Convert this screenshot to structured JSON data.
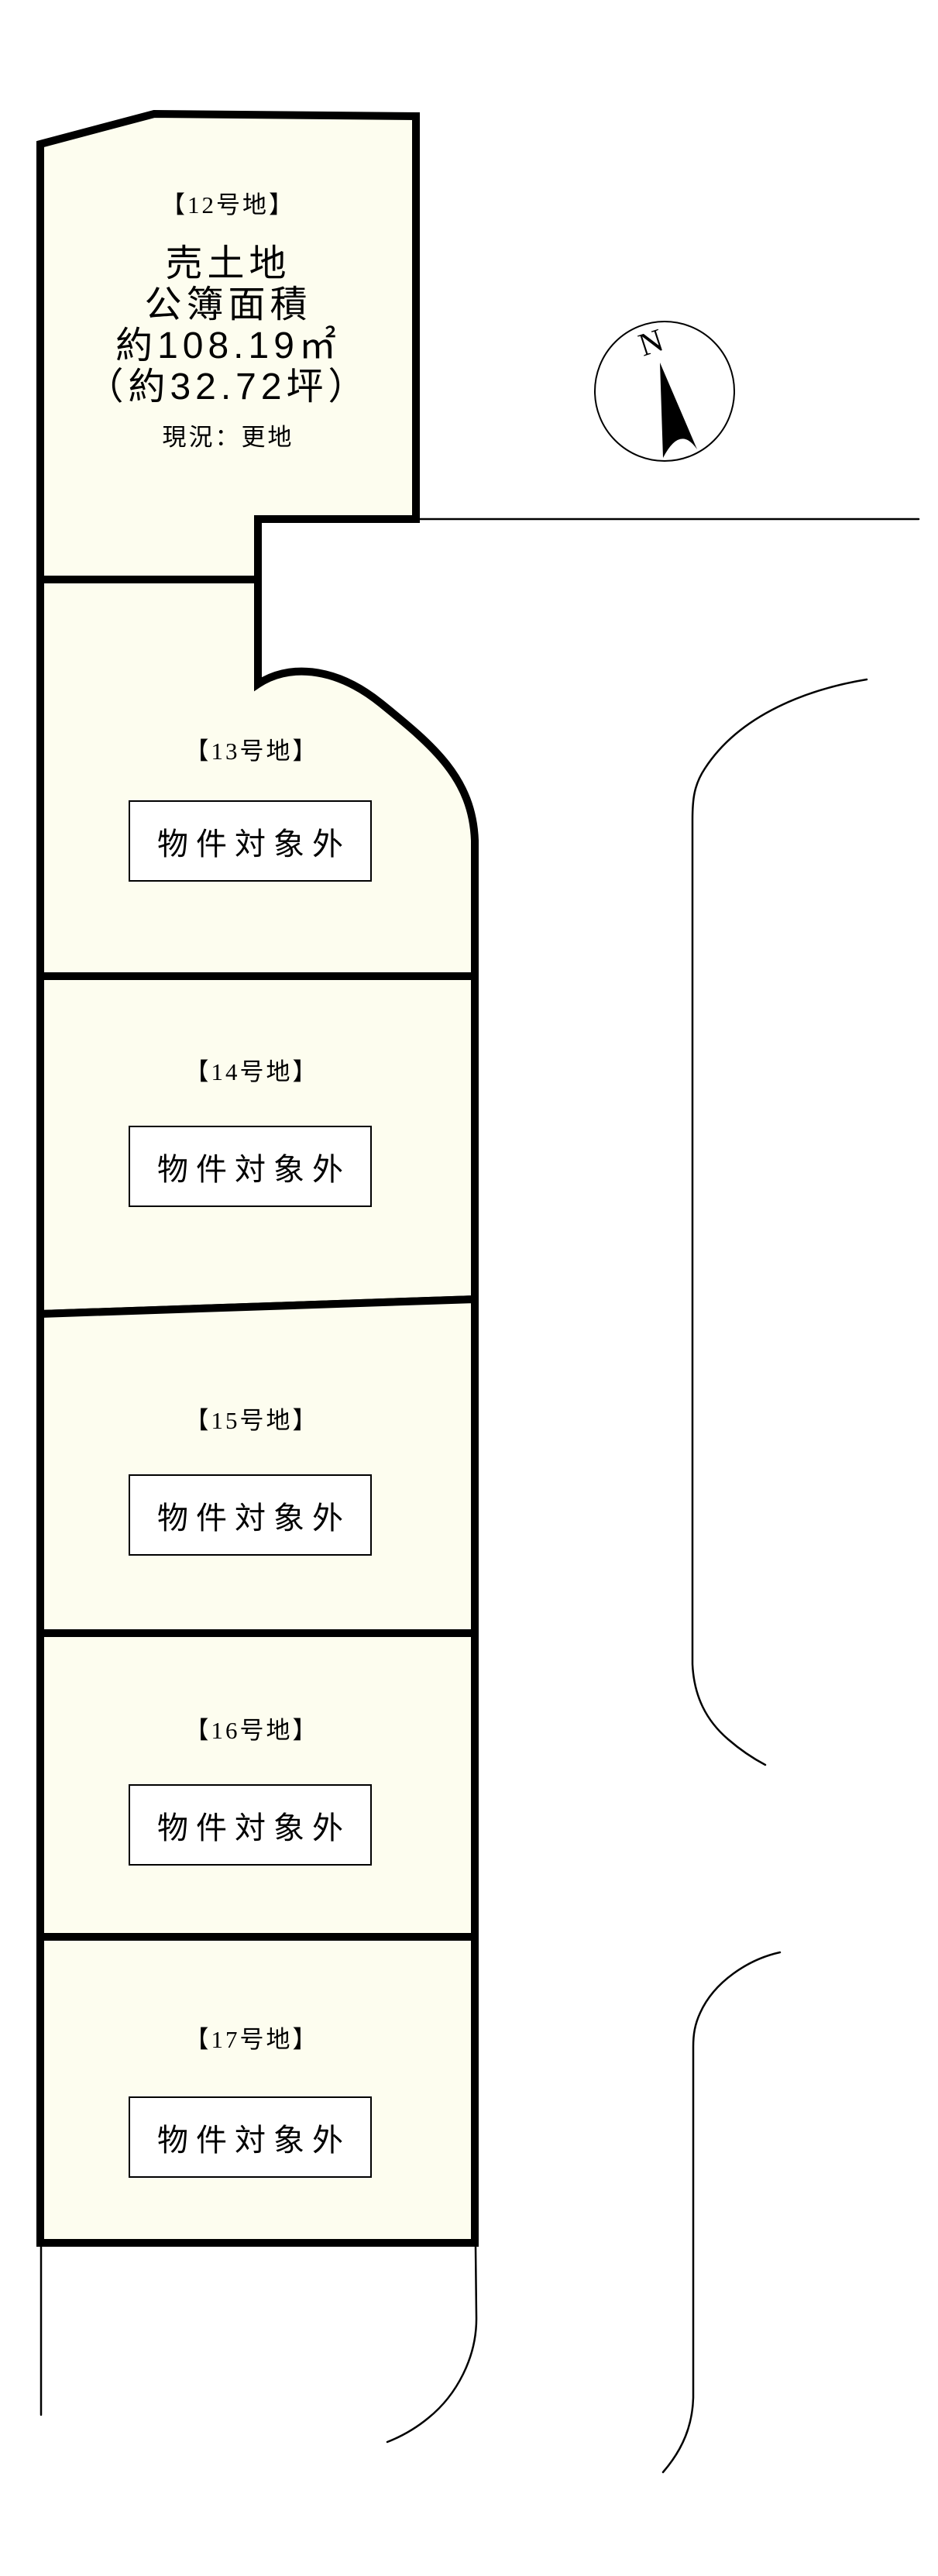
{
  "diagram": {
    "compass": {
      "north_label": "N"
    },
    "colors": {
      "lot_fill": "#FDFDEF",
      "outline": "#000000",
      "box_fill": "#FFFFFF",
      "background": "#FFFFFF"
    },
    "plot12": {
      "label": "【12号地】",
      "lines": [
        "売土地",
        "公簿面積",
        "約108.19㎡",
        "（約32.72坪）"
      ],
      "status": "現況：更地"
    },
    "excluded_plots": [
      {
        "label": "【13号地】",
        "note": "物件対象外"
      },
      {
        "label": "【14号地】",
        "note": "物件対象外"
      },
      {
        "label": "【15号地】",
        "note": "物件対象外"
      },
      {
        "label": "【16号地】",
        "note": "物件対象外"
      },
      {
        "label": "【17号地】",
        "note": "物件対象外"
      }
    ]
  }
}
